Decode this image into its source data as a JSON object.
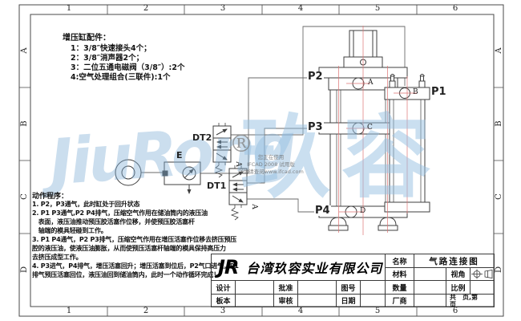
{
  "frame": {
    "cols": [
      "1",
      "2",
      "3",
      "4",
      "5",
      "6"
    ],
    "rows": [
      "A",
      "B",
      "C",
      "D"
    ]
  },
  "accessories": {
    "title": "增压缸配件：",
    "items": [
      "1：3/8″快速接头4个；",
      "2：3/8″消声器2个；",
      "3：二位五通电磁阀（3/8″）:2个",
      "4:空气处理组合(三联件):1个"
    ]
  },
  "procedure": {
    "title": "动作程序：",
    "lines": [
      "1. P2，P3通气，此时缸处于回升状态",
      "2. P1 P3通气,P2 P4排气，压缩空气作用在储油筒内的液压油",
      "   表面，液压油推动预压胶活塞作位移，并使预压胶活塞杆",
      "   轴端的模具轻碰到工作。",
      "3. P1 P4通气，P2 P3排气，压缩空气作用在增压活塞作位移去挤压预压",
      "腔的液压油，使液压油膨胀，从而使预压活塞杆轴端的模具保持高压力",
      "去挤压成型工作。",
      "4. P3进气，P4排气，增压活塞回升；增压活塞到位后，P2气口进气，P1",
      "排气预压活塞回位，液压油回到储油筒内，此时一个动作循环完成！"
    ]
  },
  "circuit": {
    "dt2_label": "DT2",
    "dt1_label": "DT1",
    "unit_label": "E",
    "valve_port": "A"
  },
  "cylinder": {
    "p1": "P1",
    "p2": "P2",
    "p3": "P3",
    "p4": "P4",
    "a": "A",
    "b": "B",
    "c": "C",
    "d": "D"
  },
  "watermark": {
    "script": "JiuRong",
    "cjk": "玖容",
    "registered": "®",
    "trial_line1": "您正在使用",
    "trial_line2": "IFCAD 2008 试用版",
    "trial_line3": "详情请查阅www.ifcad.com"
  },
  "titleblock": {
    "logo": "JR",
    "company": "台湾玖容实业有限公司",
    "design": "设计",
    "approve": "批准",
    "drawing_no": "图号",
    "version": "板本",
    "review": "审核",
    "date": "日期",
    "name": "名称",
    "name_value": "气路连接图",
    "material": "材料",
    "view": "视角",
    "qty": "数量",
    "scale": "比例",
    "vendor": "厂商",
    "pages_line1": "共　页,第",
    "pages_line2": "页"
  },
  "colors": {
    "line": "#3f3f3f",
    "centerline_red": "#dd7272",
    "watermark_blue": "#96c0e2",
    "text": "#111111"
  }
}
